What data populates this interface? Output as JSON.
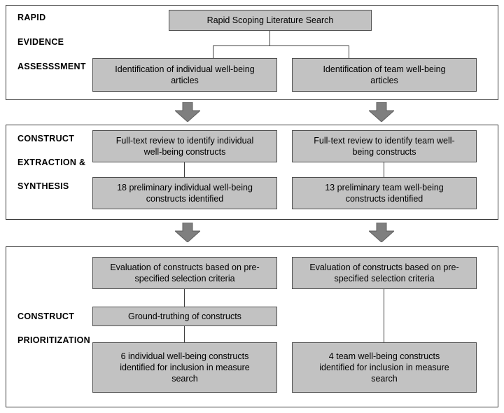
{
  "sections": {
    "rea": {
      "label1": "RAPID",
      "label2": "EVIDENCE",
      "label3": "ASSESSSMENT",
      "top_box": "Rapid Scoping Literature Search",
      "left_box": "Identification of individual well-being articles",
      "right_box": "Identification of team well-being articles"
    },
    "ces": {
      "label1": "CONSTRUCT",
      "label2": "EXTRACTION &",
      "label3": "SYNTHESIS",
      "left_box1": "Full-text review to identify individual well-being constructs",
      "left_box2": "18 preliminary individual well-being constructs identified",
      "right_box1": "Full-text review to identify team well-being constructs",
      "right_box2": "13 preliminary team well-being constructs identified"
    },
    "cp": {
      "label1": "CONSTRUCT",
      "label2": "PRIORITIZATION",
      "left_box1": "Evaluation of constructs based on pre-specified selection criteria",
      "left_box2": "Ground-truthing of constructs",
      "left_box3": "6 individual well-being constructs identified for inclusion in measure search",
      "right_box1": "Evaluation of constructs based on pre-specified selection criteria",
      "right_box2": "4 team well-being constructs identified for inclusion in measure search"
    }
  },
  "colors": {
    "box_fill": "#c2c2c2",
    "box_border": "#4f4f4f",
    "panel_border": "#3b3b3b",
    "arrow_fill": "#7f7f7f",
    "arrow_outline": "#5f5f5f",
    "connector_line": "#404040",
    "text": "#000000",
    "background": "#ffffff"
  }
}
